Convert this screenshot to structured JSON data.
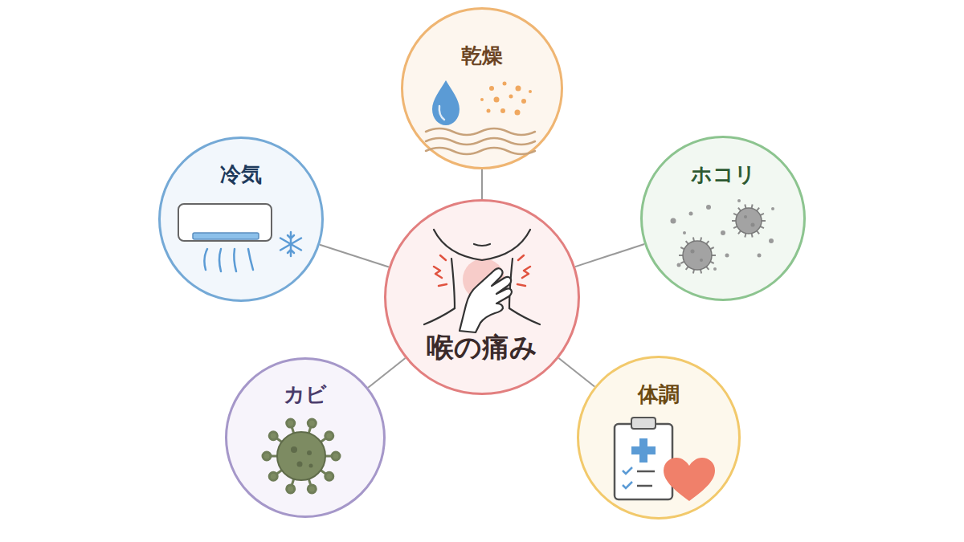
{
  "diagram": {
    "nodes": [
      {
        "text": [
          "乾燥"
        ]
      },
      {
        "text": [
          "冷気"
        ]
      },
      {
        "text": [
          "ホコリ"
        ]
      },
      {
        "text": [
          "喉の痛み"
        ]
      },
      {
        "text": [
          "カビ"
        ]
      },
      {
        "text": [
          "体調"
        ]
      }
    ],
    "edges": [
      {
        "from": 3,
        "to": 0,
        "arrow": "none"
      },
      {
        "from": 3,
        "to": 1,
        "arrow": "none"
      },
      {
        "from": 3,
        "to": 2,
        "arrow": "none"
      },
      {
        "from": 3,
        "to": 4,
        "arrow": "none"
      },
      {
        "from": 3,
        "to": 5,
        "arrow": "none"
      }
    ]
  }
}
